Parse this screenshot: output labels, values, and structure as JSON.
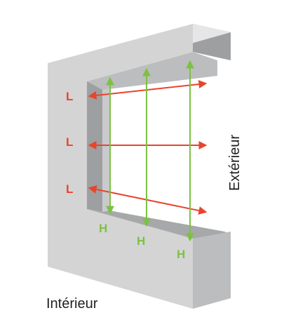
{
  "labels": {
    "width_marker": "L",
    "height_marker": "H",
    "exterior": "Extérieur",
    "interior": "Intérieur"
  },
  "colors": {
    "width_measure": "#e8452c",
    "height_measure": "#7dc142",
    "frame_front": "#d4d4d5",
    "frame_dark": "#9e9fa1",
    "frame_mid": "#bcbdbf",
    "frame_light": "#e6e6e7",
    "text": "#1f1f1f"
  }
}
